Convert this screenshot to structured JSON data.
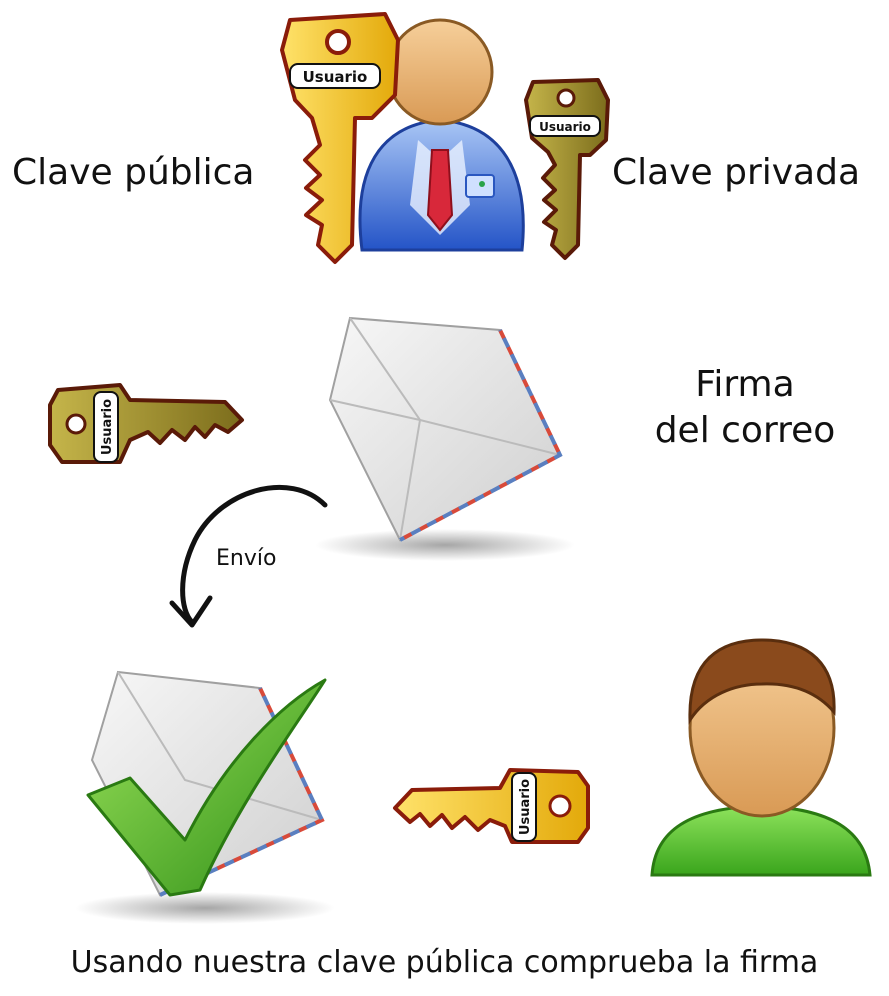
{
  "labels": {
    "public_key": "Clave pública",
    "private_key": "Clave privada",
    "signature_line1": "Firma",
    "signature_line2": "del correo",
    "send": "Envío",
    "footer": "Usando nuestra clave pública comprueba la firma"
  },
  "key_tag": "Usuario",
  "colors": {
    "public_key_gold": "#f2c20d",
    "private_key_olive": "#9a8a2a",
    "key_outline": "#8a1c0a",
    "check_green": "#4cb82a",
    "shirt_blue": "#3b6fd6",
    "tie_red": "#d8283a",
    "hair_brown": "#8a4a1c",
    "receiver_shirt": "#4cbf2a",
    "envelope_grey": "#e6e6e6"
  },
  "icons": [
    "public-key-icon",
    "private-key-icon",
    "sender-user-icon",
    "envelope-icon",
    "send-arrow-icon",
    "verified-envelope-icon",
    "checkmark-icon",
    "receiver-user-icon"
  ]
}
